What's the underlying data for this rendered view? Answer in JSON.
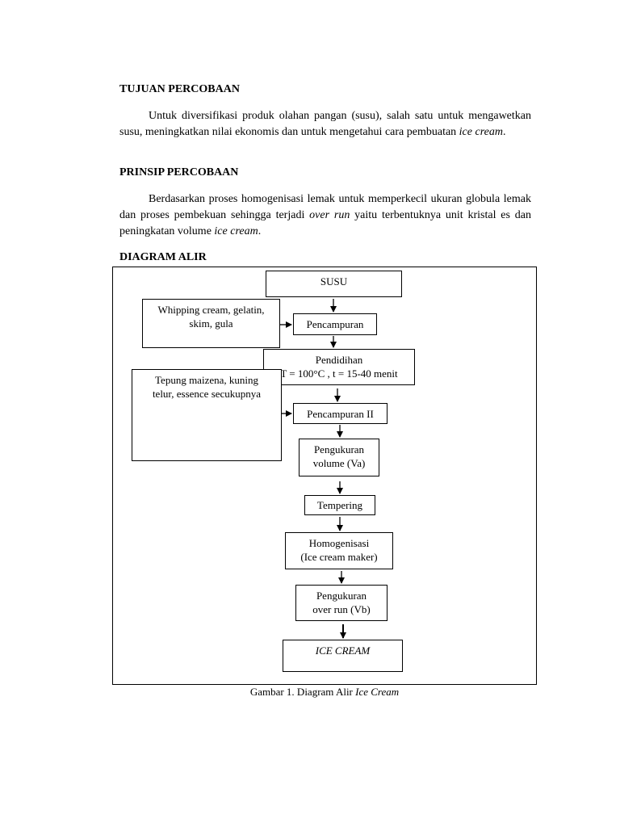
{
  "tujuan": {
    "title": "TUJUAN PERCOBAAN",
    "text": "Untuk diversifikasi produk olahan pangan (susu), salah satu untuk mengawetkan susu, meningkatkan nilai ekonomis dan untuk mengetahui cara pembuatan ",
    "italic": "ice cream",
    "end": "."
  },
  "prinsip": {
    "title": "PRINSIP PERCOBAAN",
    "text1": "Berdasarkan proses homogenisasi lemak untuk memperkecil ukuran globula lemak dan proses pembekuan sehingga terjadi ",
    "italic1": "over run",
    "text2": " yaitu terbentuknya unit kristal es dan peningkatan volume ",
    "italic2": "ice cream",
    "end": "."
  },
  "diagram": {
    "title": "DIAGRAM ALIR",
    "steps": {
      "susu": "SUSU",
      "additive1_line1": "Whipping cream, gelatin,",
      "additive1_line2": "skim, gula",
      "pencampuran": "Pencampuran",
      "pendidihan_line1": "Pendidihan",
      "pendidihan_line2": "T = 100°C , t = 15-40 menit",
      "additive2_line1": "Tepung maizena, kuning",
      "additive2_line2": "telur, essence secukupnya",
      "pencampuran2": "Pencampuran II",
      "pengukuran_va_line1": "Pengukuran",
      "pengukuran_va_line2": "volume (Va)",
      "tempering": "Tempering",
      "homogenisasi_line1": "Homogenisasi",
      "homogenisasi_line2": "(Ice cream maker)",
      "pengukuran_vb_line1": "Pengukuran",
      "pengukuran_vb_line2": "over run (Vb)",
      "ice_cream": "ICE CREAM"
    },
    "caption": "Gambar 1. Diagram Alir ",
    "caption_italic": "Ice Cream"
  }
}
